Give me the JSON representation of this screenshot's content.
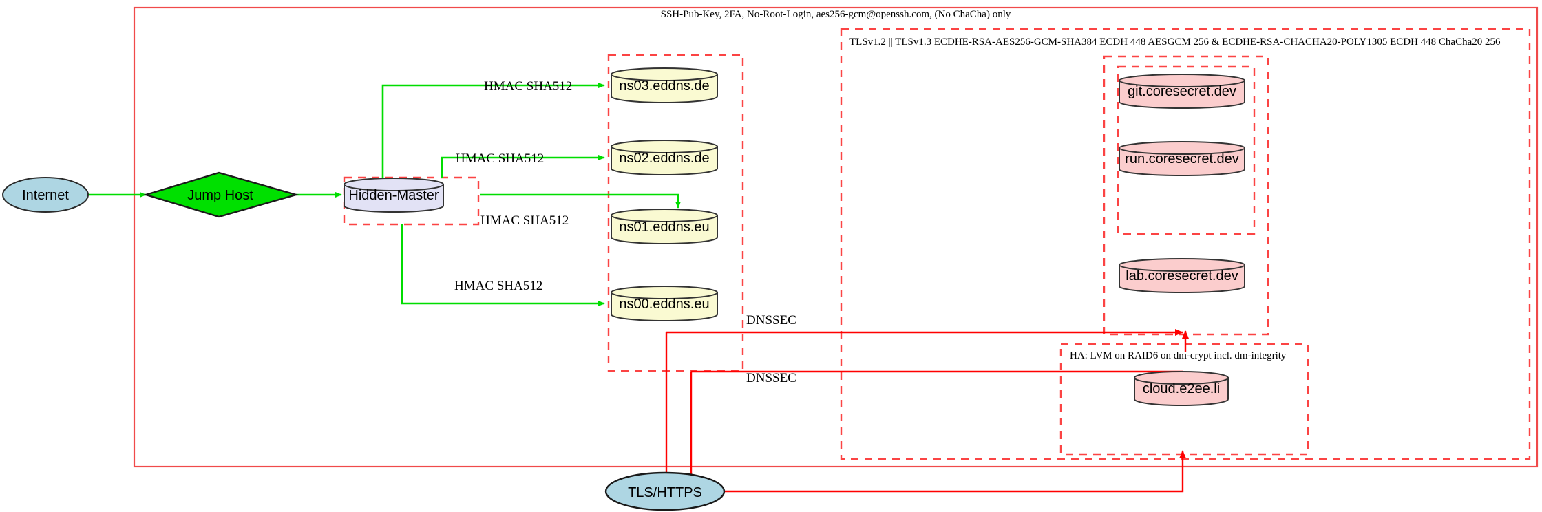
{
  "diagram": {
    "title_label": "SSH-Pub-Key, 2FA, No-Root-Login, aes256-gcm@openssh.com, (No ChaCha) only",
    "clusters": {
      "tls_label": "TLSv1.2 || TLSv1.3 ECDHE-RSA-AES256-GCM-SHA384 ECDH 448 AESGCM 256 & ECDHE-RSA-CHACHA20-POLY1305 ECDH 448 ChaCha20 256",
      "ha_label": "HA: LVM on RAID6 on dm-crypt incl. dm-integrity"
    },
    "nodes": {
      "internet": "Internet",
      "jump_host": "Jump Host",
      "hidden_master": "Hidden-Master",
      "ns03": "ns03.eddns.de",
      "ns02": "ns02.eddns.de",
      "ns01": "ns01.eddns.eu",
      "ns00": "ns00.eddns.eu",
      "git": "git.coresecret.dev",
      "run": "run.coresecret.dev",
      "lab": "lab.coresecret.dev",
      "cloud": "cloud.e2ee.li",
      "tls_https": "TLS/HTTPS"
    },
    "edge_labels": {
      "hmac_ns03": "HMAC SHA512",
      "hmac_ns02": "HMAC SHA512",
      "hmac_ns01": "HMAC SHA512",
      "hmac_ns00": "HMAC SHA512",
      "dnssec_1": "DNSSEC",
      "dnssec_2": "DNSSEC"
    },
    "colors": {
      "boundary_red": "#ff0000",
      "dashed_red": "#fb4444",
      "edge_green": "#00dd00",
      "edge_red": "#ff0000",
      "internet_fill": "#aed6e3",
      "jump_host_fill": "#00e000",
      "hidden_master_fill": "#e2e2f5",
      "nameserver_fill": "#fafad2",
      "service_fill": "#fbcdcd",
      "stroke_dark": "#333333"
    }
  }
}
